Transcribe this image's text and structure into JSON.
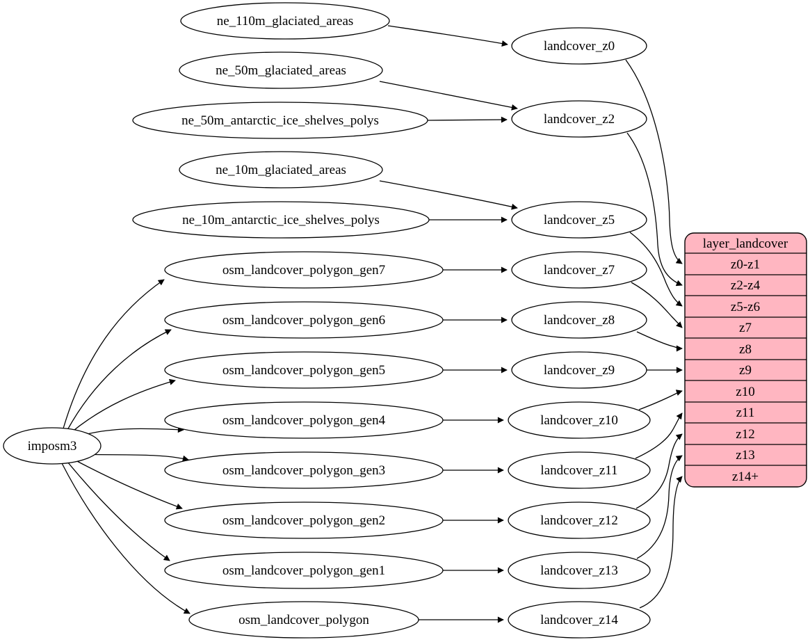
{
  "colors": {
    "background": "#ffffff",
    "node_fill": "#ffffff",
    "node_stroke": "#000000",
    "edge_color": "#000000",
    "table_fill": "#ffb6c1",
    "table_stroke": "#000000"
  },
  "nodes": {
    "ne_110m_glaciated_areas": "ne_110m_glaciated_areas",
    "ne_50m_glaciated_areas": "ne_50m_glaciated_areas",
    "ne_50m_antarctic_ice_shelves_polys": "ne_50m_antarctic_ice_shelves_polys",
    "ne_10m_glaciated_areas": "ne_10m_glaciated_areas",
    "ne_10m_antarctic_ice_shelves_polys": "ne_10m_antarctic_ice_shelves_polys",
    "imposm3": "imposm3",
    "osm_landcover_polygon_gen7": "osm_landcover_polygon_gen7",
    "osm_landcover_polygon_gen6": "osm_landcover_polygon_gen6",
    "osm_landcover_polygon_gen5": "osm_landcover_polygon_gen5",
    "osm_landcover_polygon_gen4": "osm_landcover_polygon_gen4",
    "osm_landcover_polygon_gen3": "osm_landcover_polygon_gen3",
    "osm_landcover_polygon_gen2": "osm_landcover_polygon_gen2",
    "osm_landcover_polygon_gen1": "osm_landcover_polygon_gen1",
    "osm_landcover_polygon": "osm_landcover_polygon",
    "landcover_z0": "landcover_z0",
    "landcover_z2": "landcover_z2",
    "landcover_z5": "landcover_z5",
    "landcover_z7": "landcover_z7",
    "landcover_z8": "landcover_z8",
    "landcover_z9": "landcover_z9",
    "landcover_z10": "landcover_z10",
    "landcover_z11": "landcover_z11",
    "landcover_z12": "landcover_z12",
    "landcover_z13": "landcover_z13",
    "landcover_z14": "landcover_z14"
  },
  "table": {
    "title": "layer_landcover",
    "rows": [
      "z0-z1",
      "z2-z4",
      "z5-z6",
      "z7",
      "z8",
      "z9",
      "z10",
      "z11",
      "z12",
      "z13",
      "z14+"
    ]
  },
  "edges": [
    [
      "ne_110m_glaciated_areas",
      "landcover_z0"
    ],
    [
      "ne_50m_glaciated_areas",
      "landcover_z2"
    ],
    [
      "ne_50m_antarctic_ice_shelves_polys",
      "landcover_z2"
    ],
    [
      "ne_10m_glaciated_areas",
      "landcover_z5"
    ],
    [
      "ne_10m_antarctic_ice_shelves_polys",
      "landcover_z5"
    ],
    [
      "imposm3",
      "osm_landcover_polygon_gen7"
    ],
    [
      "imposm3",
      "osm_landcover_polygon_gen6"
    ],
    [
      "imposm3",
      "osm_landcover_polygon_gen5"
    ],
    [
      "imposm3",
      "osm_landcover_polygon_gen4"
    ],
    [
      "imposm3",
      "osm_landcover_polygon_gen3"
    ],
    [
      "imposm3",
      "osm_landcover_polygon_gen2"
    ],
    [
      "imposm3",
      "osm_landcover_polygon_gen1"
    ],
    [
      "imposm3",
      "osm_landcover_polygon"
    ],
    [
      "osm_landcover_polygon_gen7",
      "landcover_z7"
    ],
    [
      "osm_landcover_polygon_gen6",
      "landcover_z8"
    ],
    [
      "osm_landcover_polygon_gen5",
      "landcover_z9"
    ],
    [
      "osm_landcover_polygon_gen4",
      "landcover_z10"
    ],
    [
      "osm_landcover_polygon_gen3",
      "landcover_z11"
    ],
    [
      "osm_landcover_polygon_gen2",
      "landcover_z12"
    ],
    [
      "osm_landcover_polygon_gen1",
      "landcover_z13"
    ],
    [
      "osm_landcover_polygon",
      "landcover_z14"
    ],
    [
      "landcover_z0",
      "layer_landcover:z0-z1"
    ],
    [
      "landcover_z2",
      "layer_landcover:z2-z4"
    ],
    [
      "landcover_z5",
      "layer_landcover:z5-z6"
    ],
    [
      "landcover_z7",
      "layer_landcover:z7"
    ],
    [
      "landcover_z8",
      "layer_landcover:z8"
    ],
    [
      "landcover_z9",
      "layer_landcover:z9"
    ],
    [
      "landcover_z10",
      "layer_landcover:z10"
    ],
    [
      "landcover_z11",
      "layer_landcover:z11"
    ],
    [
      "landcover_z12",
      "layer_landcover:z12"
    ],
    [
      "landcover_z13",
      "layer_landcover:z13"
    ],
    [
      "landcover_z14",
      "layer_landcover:z14+"
    ]
  ]
}
